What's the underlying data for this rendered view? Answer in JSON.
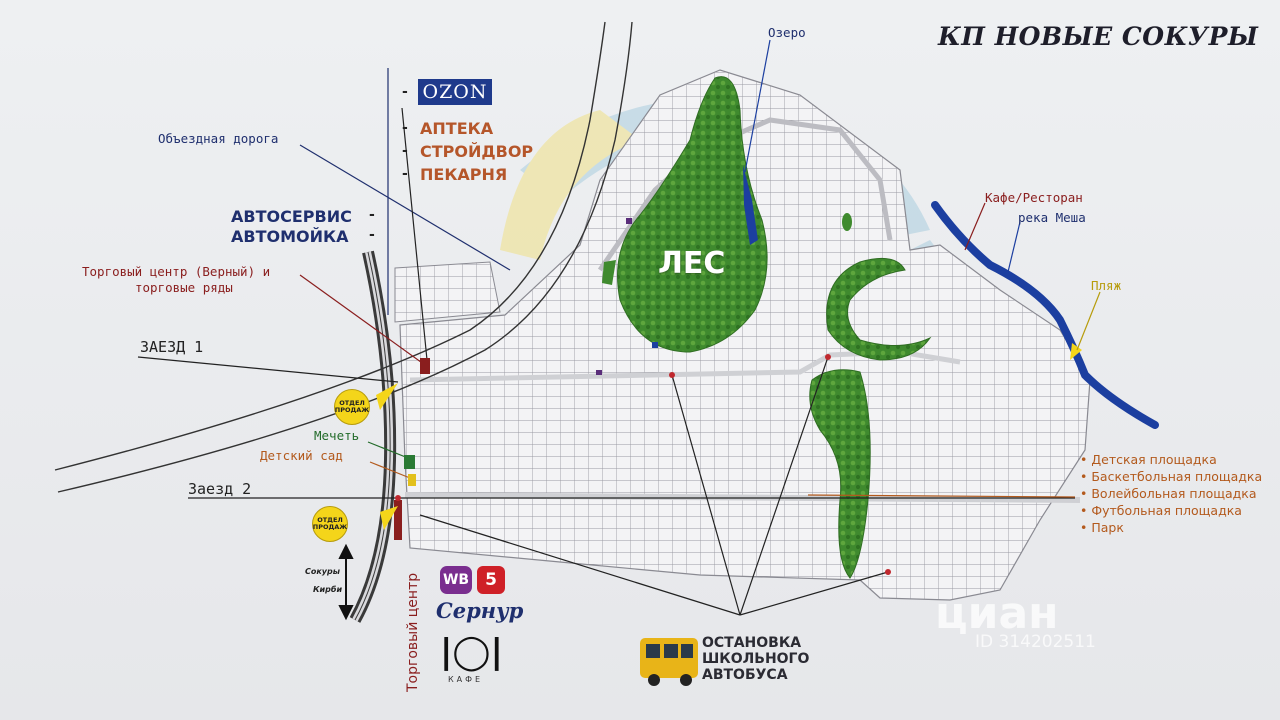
{
  "map": {
    "title": "КП НОВЫЕ СОКУРЫ",
    "forest_label": "ЛЕС",
    "lake_label": "Озеро",
    "river_label": "река Меша",
    "cafe_restaurant_label": "Кафе/Ресторан",
    "beach_label": "Пляж",
    "bypass_road_label": "Объездная дорога",
    "autoservice_line1": "АВТОСЕРВИС",
    "autoservice_line2": "АВТОМОЙКА",
    "shopping_center_label_line1": "Торговый центр (Верный) и",
    "shopping_center_label_line2": "торговые ряды",
    "entry1_label": "ЗАЕЗД 1",
    "entry2_label": "Заезд 2",
    "mosque_label": "Мечеть",
    "kindergarten_label": "Детский сад",
    "sales_office_line1": "ОТДЕЛ",
    "sales_office_line2": "ПРОДАЖ",
    "shopping_center_vertical": "Торговый центр",
    "direction_top": "Сокуры",
    "direction_bottom": "Кирби"
  },
  "shops": {
    "ozon": "OZON",
    "pharmacy": "АПТЕКА",
    "hardware": "СТРОЙДВОР",
    "bakery": "ПЕКАРНЯ",
    "wb": "WB",
    "pyaterochka": "5",
    "sernur": "Сернур",
    "cafe": "КАФЕ"
  },
  "amenities": [
    "Детская площадка",
    "Баскетбольная площадка",
    "Волейбольная площадка",
    "Футбольная площадка",
    "Парк"
  ],
  "bus_stop": {
    "line1": "ОСТАНОВКА",
    "line2": "ШКОЛЬНОГО",
    "line3": "АВТОБУСА"
  },
  "watermark": {
    "brand": "циан",
    "id": "ID 314202511"
  },
  "colors": {
    "forest": "#3f8a2e",
    "river": "#1c3fa0",
    "highway": "#4a4a4a",
    "accent_blue": "#1f2f6e",
    "accent_red": "#8a1e1e",
    "accent_orange": "#b35a1d",
    "ozon": "#1f3a8c",
    "sales_pin": "#f4d51a"
  }
}
